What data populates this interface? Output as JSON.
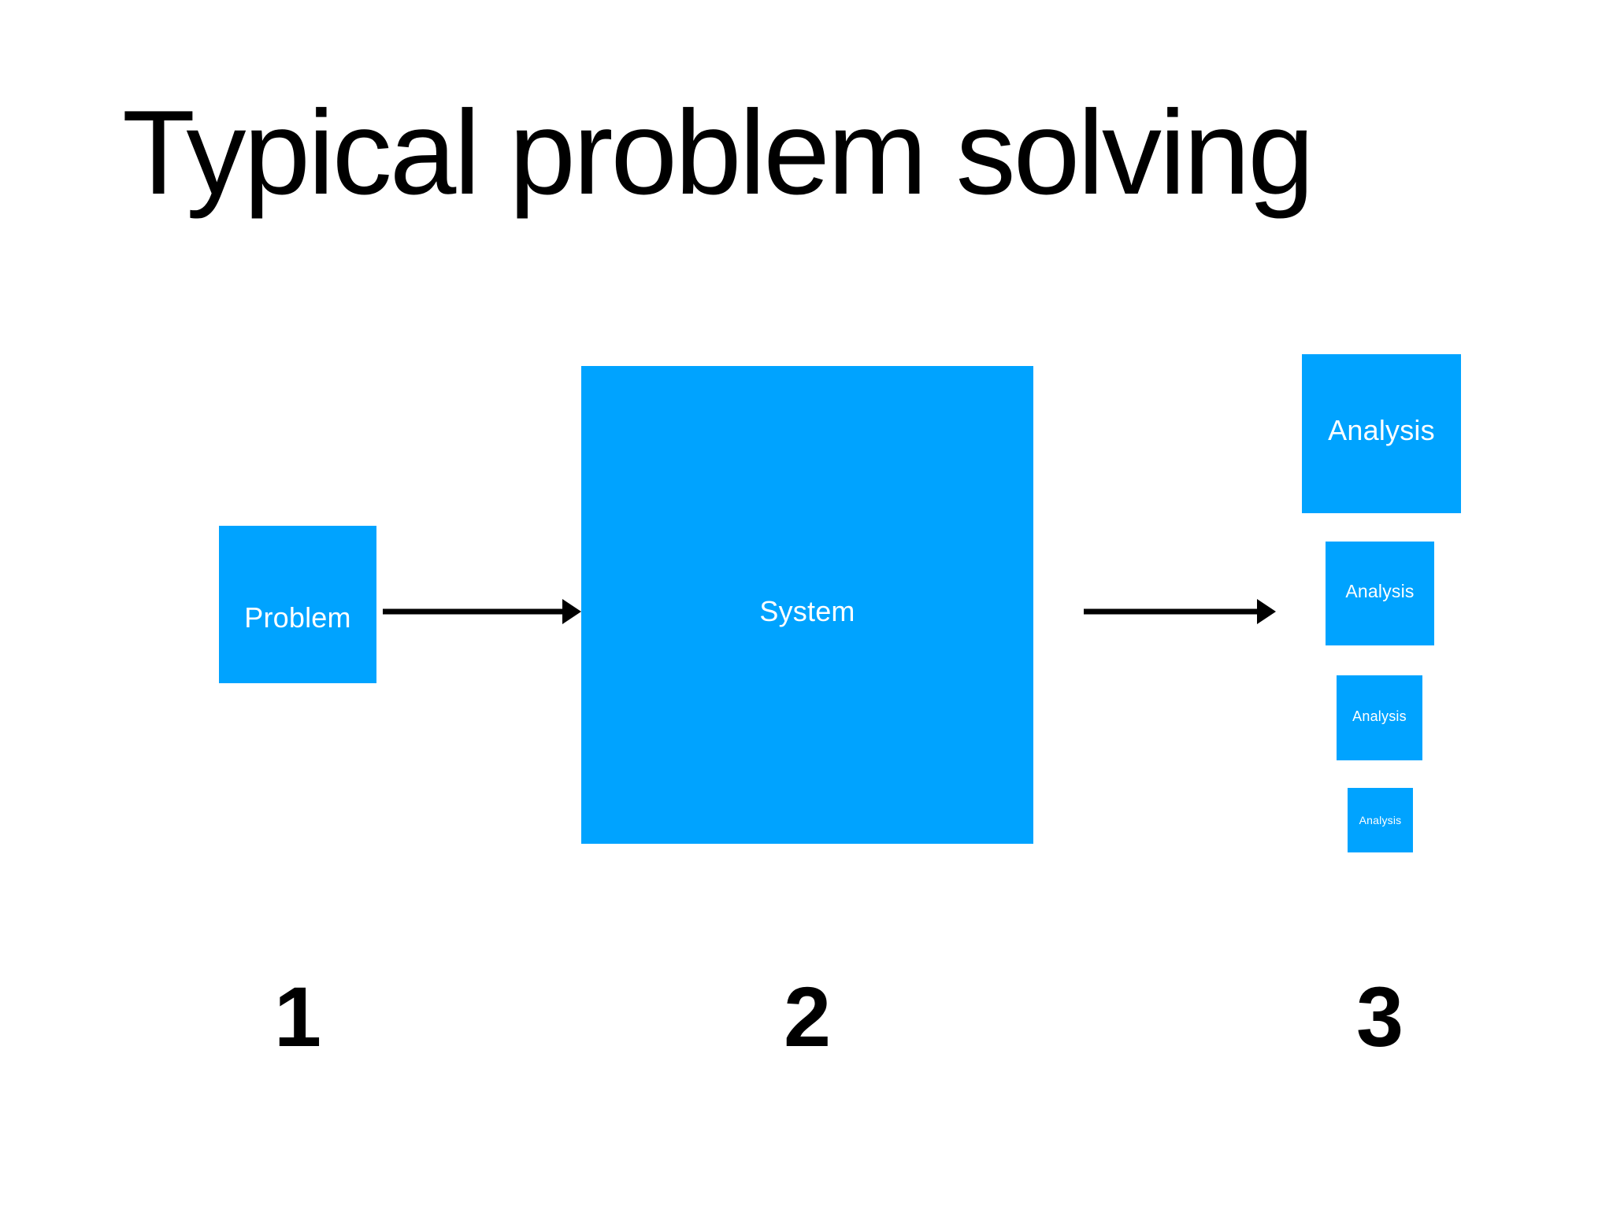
{
  "slide": {
    "title": "Typical problem solving",
    "background_color": "#FFFFFF",
    "accent_color": "#00A3FF",
    "text_on_accent_color": "#FFFFFF",
    "arrow_color": "#000000"
  },
  "steps": [
    {
      "number": "1",
      "boxes": [
        {
          "label": "Problem"
        }
      ]
    },
    {
      "number": "2",
      "boxes": [
        {
          "label": "System"
        }
      ]
    },
    {
      "number": "3",
      "boxes": [
        {
          "label": "Analysis"
        },
        {
          "label": "Analysis"
        },
        {
          "label": "Analysis"
        },
        {
          "label": "Analysis"
        }
      ]
    }
  ],
  "connectors": [
    {
      "name": "problem-to-system",
      "direction": "right"
    },
    {
      "name": "system-to-analysis",
      "direction": "right"
    }
  ]
}
